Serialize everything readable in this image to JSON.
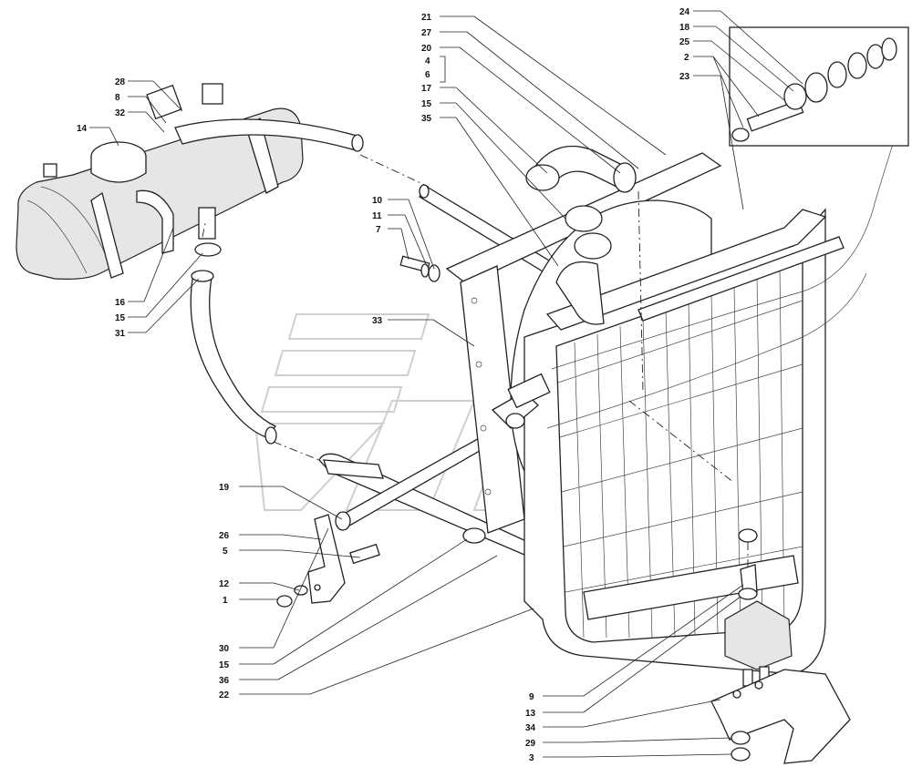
{
  "diagram": {
    "callouts_left": [
      "28",
      "8",
      "32",
      "14",
      "16",
      "15",
      "31"
    ],
    "callouts_top_center": [
      "21",
      "27",
      "20",
      "4",
      "6",
      "17",
      "15",
      "35"
    ],
    "callouts_mid": [
      "10",
      "11",
      "7",
      "33"
    ],
    "callouts_top_right": [
      "24",
      "18",
      "25",
      "2",
      "23"
    ],
    "callouts_bottom_left": [
      "19",
      "26",
      "5",
      "12",
      "1"
    ],
    "callouts_bottom": [
      "30",
      "15",
      "36",
      "22"
    ],
    "callouts_bottom_right": [
      "9",
      "13",
      "34",
      "29",
      "3"
    ],
    "colors": {
      "line": "#222222",
      "background": "#ffffff",
      "watermark": "#d9d9d9"
    }
  }
}
